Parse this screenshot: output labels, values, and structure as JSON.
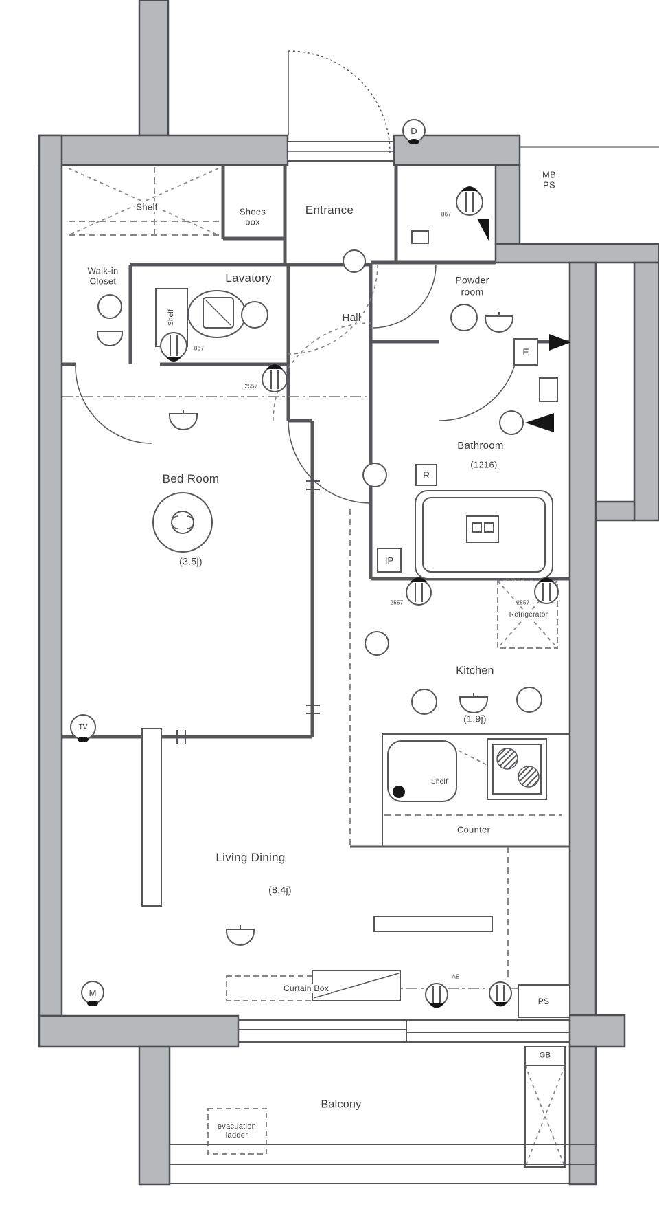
{
  "colors": {
    "wall_fill": "#b6b9bb",
    "wall_stroke": "#4d4f52",
    "line": "#55575a",
    "dash": "#85878a",
    "text": "#3b3d3f"
  },
  "rooms": {
    "shelf": "Shelf",
    "walk_in_closet": "Walk-in\nCloset",
    "shoes_box": "Shoes\nbox",
    "entrance": "Entrance",
    "lavatory": "Lavatory",
    "lavatory_shelf": "Shelf",
    "hall": "Hall",
    "powder_room": "Powder\nroom",
    "mb_ps": "MB\nPS",
    "bathroom": "Bathroom",
    "bathroom_size": "(1216)",
    "bed_room": "Bed Room",
    "bed_room_size": "(3.5j)",
    "kitchen": "Kitchen",
    "kitchen_size": "(1.9j)",
    "refrigerator": "Refrigerator",
    "sink_shelf": "Shelf",
    "counter": "Counter",
    "living_dining": "Living Dining",
    "living_dining_size": "(8.4j)",
    "curtain_box": "Curtain Box",
    "balcony": "Balcony",
    "evacuation_ladder": "evacuation\nladder",
    "ps_shaft": "PS",
    "gb": "GB"
  },
  "markers": {
    "door": "D",
    "meter": "M",
    "tv": "TV",
    "remote": "R",
    "electric": "E",
    "intercom": "IP",
    "air_exhaust": "AE",
    "fan_height_a": "867",
    "fan_height_b": "867",
    "vent_height_bedroom": "2557",
    "vent_height_kitchen": "2557",
    "vent_height_fridge": "2557"
  }
}
